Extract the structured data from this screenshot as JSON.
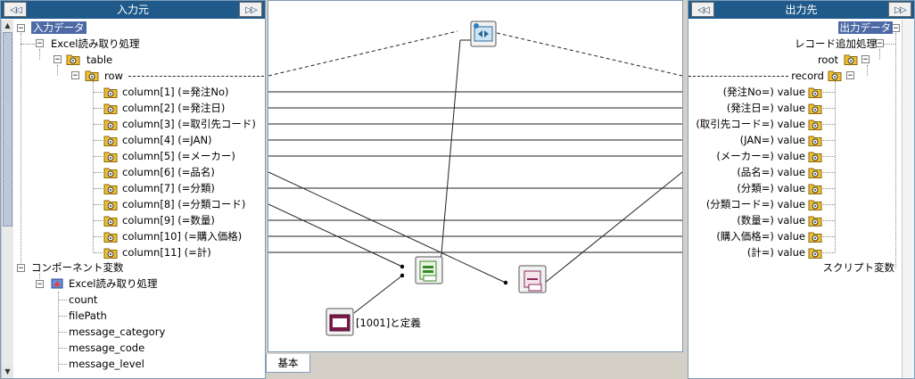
{
  "left_pane": {
    "header": "入力元",
    "nav_left": "◁◁",
    "nav_right": "▷▷",
    "root": "入力データ",
    "excel": "Excel読み取り処理",
    "table": "table",
    "row": "row",
    "columns": [
      "column[1] (=発注No)",
      "column[2] (=発注日)",
      "column[3] (=取引先コード)",
      "column[4] (=JAN)",
      "column[5] (=メーカー)",
      "column[6] (=品名)",
      "column[7] (=分類)",
      "column[8] (=分類コード)",
      "column[9] (=数量)",
      "column[10] (=購入価格)",
      "column[11] (=計)"
    ],
    "component_vars": "コンポーネント変数",
    "comp_excel": "Excel読み取り処理",
    "vars": [
      "count",
      "filePath",
      "message_category",
      "message_code",
      "message_level"
    ]
  },
  "right_pane": {
    "header": "出力先",
    "nav_left": "◁◁",
    "nav_right": "▷▷",
    "root": "出力データ",
    "record_add": "レコード追加処理",
    "root_node": "root",
    "record": "record",
    "values": [
      "(発注No=) value",
      "(発注日=) value",
      "(取引先コード=) value",
      "(JAN=) value",
      "(メーカー=) value",
      "(品名=) value",
      "(分類=) value",
      "(分類コード=) value",
      "(数量=) value",
      "(購入価格=) value",
      "(計=) value"
    ],
    "script_vars": "スクリプト変数"
  },
  "canvas": {
    "constant_label": "[1001]と定義",
    "tab": "基本"
  }
}
